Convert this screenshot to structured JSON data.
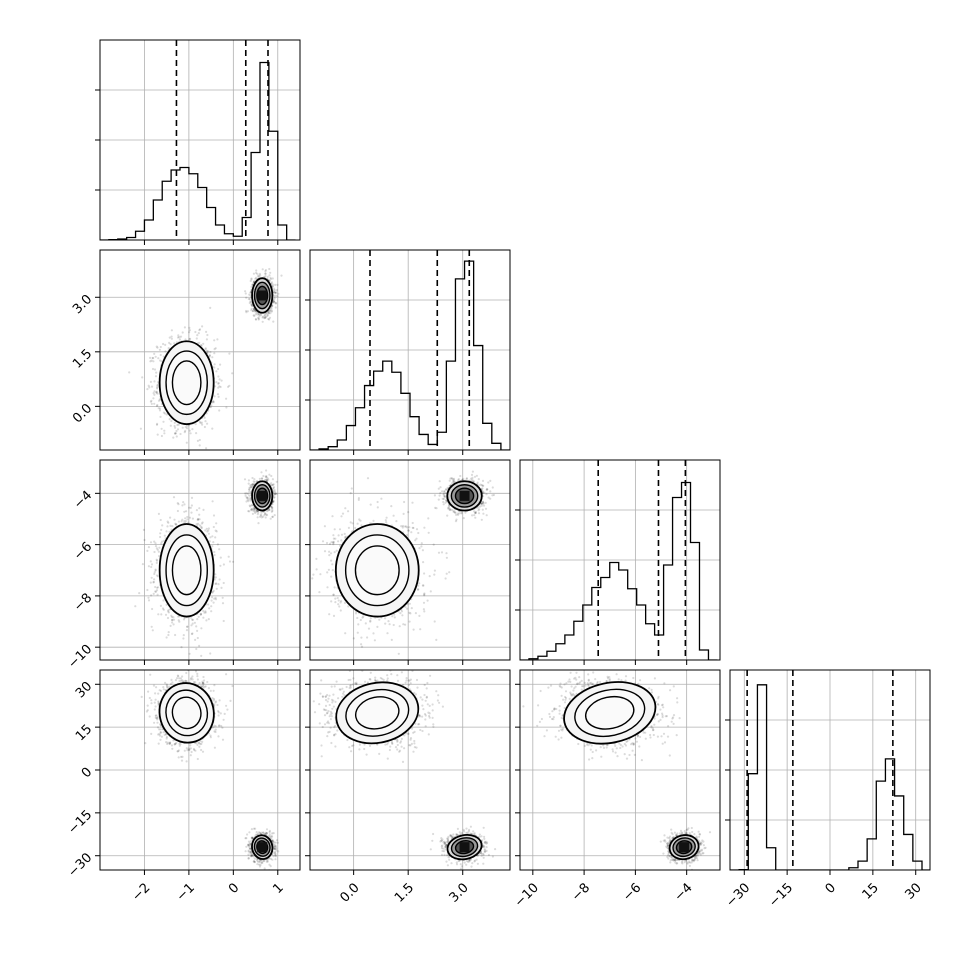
{
  "chart_data": {
    "type": "corner",
    "parameters": 4,
    "grid": true,
    "diagonal_quantile_lines": [
      [
        -1.28,
        0.28,
        0.78
      ],
      [
        0.45,
        2.3,
        3.18
      ],
      [
        -7.45,
        -5.1,
        -4.05
      ],
      [
        -29.0,
        -13.0,
        22.0
      ]
    ],
    "axes": [
      {
        "lim": [
          -3.0,
          1.5
        ],
        "ticks": [
          -2,
          -1,
          0,
          1
        ],
        "tick_labels": [
          "−2",
          "−1",
          "0",
          "1"
        ]
      },
      {
        "lim": [
          -1.2,
          4.3
        ],
        "ticks": [
          0.0,
          1.5,
          3.0
        ],
        "tick_labels": [
          "0.0",
          "1.5",
          "3.0"
        ]
      },
      {
        "lim": [
          -10.5,
          -2.7
        ],
        "ticks": [
          -10,
          -8,
          -6,
          -4
        ],
        "tick_labels": [
          "−10",
          "−8",
          "−6",
          "−4"
        ]
      },
      {
        "lim": [
          -35,
          35
        ],
        "ticks": [
          -30,
          -15,
          0,
          15,
          30
        ],
        "tick_labels": [
          "−30",
          "−15",
          "0",
          "15",
          "30"
        ]
      }
    ],
    "histograms": [
      {
        "edges": [
          -3.0,
          -2.8,
          -2.6,
          -2.4,
          -2.2,
          -2.0,
          -1.8,
          -1.6,
          -1.4,
          -1.2,
          -1.0,
          -0.8,
          -0.6,
          -0.4,
          -0.2,
          0.0,
          0.2,
          0.4,
          0.6,
          0.8,
          1.0,
          1.2,
          1.4
        ],
        "counts": [
          0,
          0.3,
          0.8,
          2,
          7,
          16,
          32,
          47,
          56,
          58,
          53,
          42,
          26,
          12,
          5,
          3,
          18,
          70,
          142,
          87,
          12,
          0
        ],
        "ymax": 160
      },
      {
        "edges": [
          -1.2,
          -0.95,
          -0.7,
          -0.45,
          -0.2,
          0.05,
          0.3,
          0.55,
          0.8,
          1.05,
          1.3,
          1.55,
          1.8,
          2.05,
          2.3,
          2.55,
          2.8,
          3.05,
          3.3,
          3.55,
          3.8,
          4.05,
          4.3
        ],
        "counts": [
          0,
          1,
          3,
          9,
          22,
          38,
          58,
          71,
          80,
          70,
          51,
          30,
          14,
          5,
          16,
          80,
          154,
          170,
          94,
          24,
          6,
          0
        ],
        "ymax": 180
      },
      {
        "edges": [
          -10.5,
          -10.15,
          -9.8,
          -9.45,
          -9.1,
          -8.75,
          -8.4,
          -8.05,
          -7.7,
          -7.35,
          -7.0,
          -6.65,
          -6.3,
          -5.95,
          -5.6,
          -5.25,
          -4.9,
          -4.55,
          -4.2,
          -3.85,
          -3.5,
          -3.15,
          -2.8
        ],
        "counts": [
          0,
          1,
          3,
          7,
          13,
          20,
          31,
          44,
          58,
          66,
          78,
          72,
          57,
          44,
          29,
          20,
          76,
          130,
          142,
          94,
          8,
          0
        ],
        "ymax": 160
      },
      {
        "edges": [
          -35,
          -31.8,
          -28.6,
          -25.4,
          -22.2,
          -19.0,
          -15.8,
          -12.6,
          -9.4,
          -6.2,
          -3.0,
          0.2,
          3.4,
          6.6,
          9.8,
          13.0,
          16.2,
          19.4,
          22.6,
          25.8,
          29.0,
          32.2,
          35.4
        ],
        "counts": [
          0,
          0.5,
          130,
          250,
          30,
          0,
          0,
          0,
          0,
          0,
          0,
          0,
          0,
          3,
          12,
          42,
          120,
          150,
          100,
          48,
          12,
          0
        ],
        "ymax": 270
      }
    ],
    "modes": [
      {
        "center": [
          -1.05,
          0.65,
          -7.0,
          20.0
        ],
        "sd": [
          0.32,
          0.6,
          0.95,
          5.5
        ],
        "weight": 0.55
      },
      {
        "center": [
          0.65,
          3.05,
          -4.1,
          -27.0
        ],
        "sd": [
          0.12,
          0.25,
          0.3,
          2.2
        ],
        "weight": 0.45
      }
    ]
  }
}
